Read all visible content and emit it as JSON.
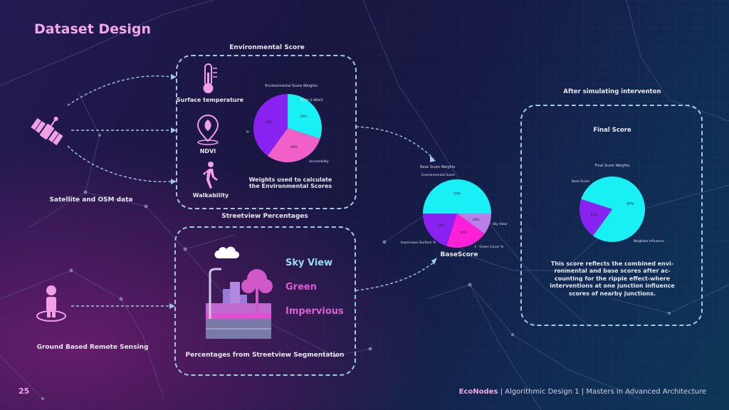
{
  "slide": {
    "title": "Dataset Design",
    "page_number": "25",
    "footer_brand": "EcoNodes",
    "footer_rest": " | Algorithmic Design 1 | Masters in Advanced Architecture"
  },
  "sources": {
    "satellite": "Satellite and OSM data",
    "ground": "Ground Based Remote Sensing"
  },
  "env_section": {
    "heading": "Environmental Score",
    "items": [
      "Surface temperature",
      "NDVI",
      "Walkability"
    ],
    "caption": "Weights used to calculate the Environmental Scores"
  },
  "street_section": {
    "heading": "Streetview Percentages",
    "legend": [
      "Sky View",
      "Green",
      "Impervious"
    ],
    "caption": "Percentages from Streetview Segmentation"
  },
  "base_section": {
    "caption": "BaseScore"
  },
  "final_section": {
    "above": "After simulating interventon",
    "heading": "Final Score",
    "caption": "This score reflects the combined envi-ronmental and base scores after ac-counting for the ripple effect-where interventions at one junction influence scores of nearby junctions."
  },
  "colors": {
    "cyan": "#19f0f5",
    "violet": "#8822f0",
    "pink": "#f060c8",
    "magenta": "#ff20d8",
    "lilac": "#b97ee8",
    "accent": "#f0a8e8",
    "sky_text": "#9adcf0",
    "green_text": "#e05ad8",
    "imp_text": "#d860d0"
  },
  "chart_data": [
    {
      "type": "pie",
      "title": "Environmental Score Weights",
      "labels": [
        "NDVI (1-NDVI)",
        "Accessibility",
        "Surface Temp"
      ],
      "values": [
        30,
        30,
        40
      ],
      "pct_labels": [
        "30%",
        "30%",
        "40%"
      ],
      "colors": [
        "#19f0f5",
        "#f060c8",
        "#8822f0"
      ]
    },
    {
      "type": "pie",
      "title": "Base Score Weights",
      "labels": [
        "Environmental Score",
        "Sky View %",
        "1 - Green Cover %",
        "Impervious Surface %"
      ],
      "values": [
        50,
        10,
        20,
        20
      ],
      "pct_labels": [
        "50%",
        "10%",
        "20%",
        "20%"
      ],
      "colors": [
        "#19f0f5",
        "#b97ee8",
        "#ff20d8",
        "#8822f0"
      ]
    },
    {
      "type": "pie",
      "title": "Final Score Weights",
      "labels": [
        "Base Score",
        "Neighbor Influence"
      ],
      "values": [
        80,
        20
      ],
      "pct_labels": [
        "80%",
        "20%"
      ],
      "colors": [
        "#19f0f5",
        "#8822f0"
      ]
    }
  ]
}
